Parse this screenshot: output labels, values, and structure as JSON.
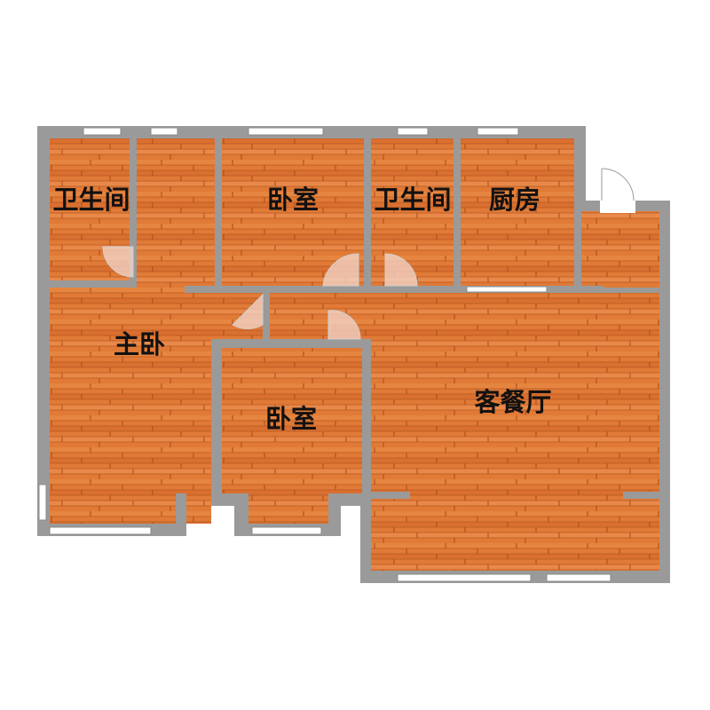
{
  "rooms": {
    "bathroom_left": "卫生间",
    "bedroom_top": "卧室",
    "bathroom_mid": "卫生间",
    "kitchen": "厨房",
    "master_bedroom": "主卧",
    "bedroom_bottom": "卧室",
    "living_dining": "客餐厅"
  },
  "colors": {
    "background": "#ffffff",
    "wall": "#9a9a9a",
    "floor": "#e07a36",
    "floor_plank_dark": "#c9652a",
    "floor_plank_light": "#ec8c45",
    "window": "#ffffff",
    "door_arc": "#f3d7cc",
    "label": "#111111"
  }
}
